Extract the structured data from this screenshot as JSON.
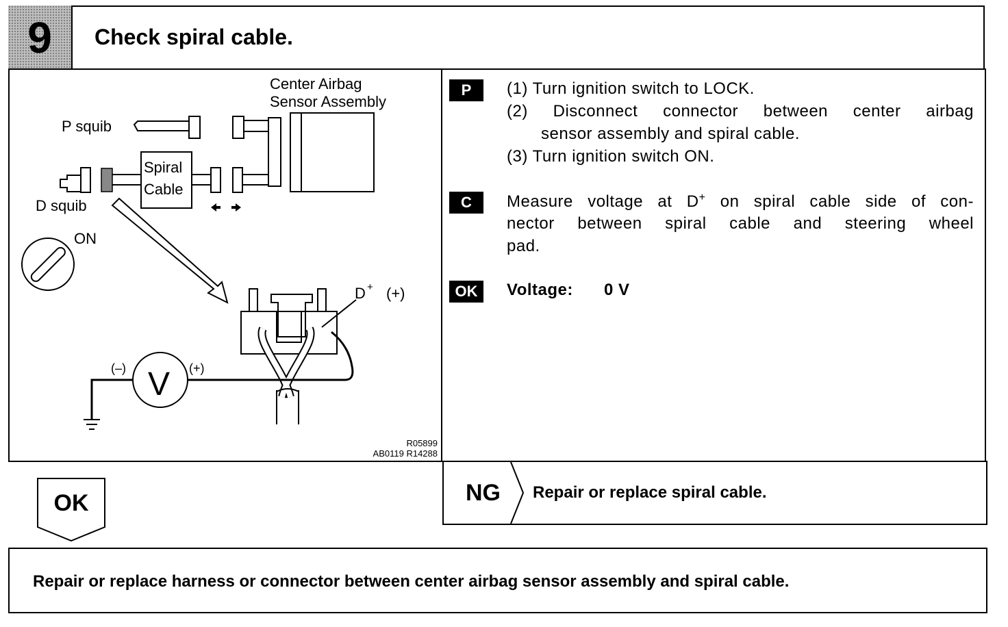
{
  "step": {
    "number": "9",
    "title": "Check spiral cable."
  },
  "diagram": {
    "label_center_airbag": "Center Airbag",
    "label_sensor_assembly": "Sensor Assembly",
    "label_p_squib": "P squib",
    "label_d_squib": "D squib",
    "label_spiral": "Spiral",
    "label_cable": "Cable",
    "label_on": "ON",
    "label_d_plus": "D",
    "label_d_plus_sup": "+",
    "label_d_plus_sign": "(+)",
    "label_minus": "(–)",
    "label_plus": "(+)",
    "label_v": "V",
    "code_1": "R05899",
    "code_2": "AB0119 R14288"
  },
  "instructions": {
    "p_tag": "P",
    "p_line1": "(1) Turn ignition switch to LOCK.",
    "p_line2a": "(2) Disconnect connector between center airbag",
    "p_line2b": "sensor assembly and spiral cable.",
    "p_line3": "(3) Turn ignition switch ON.",
    "c_tag": "C",
    "c_line1_pre": "Measure voltage at D",
    "c_line1_sup": "+",
    "c_line1_post": " on spiral cable side of con-",
    "c_line2": "nector between spiral cable and steering wheel",
    "c_line3": "pad.",
    "ok_tag": "OK",
    "ok_text_label": "Voltage:",
    "ok_text_value": "0 V"
  },
  "ng": {
    "label": "NG",
    "text": "Repair or replace spiral cable."
  },
  "ok_branch": {
    "label": "OK"
  },
  "final": {
    "text": "Repair or replace harness or connector between center airbag sensor assembly and spiral cable."
  }
}
